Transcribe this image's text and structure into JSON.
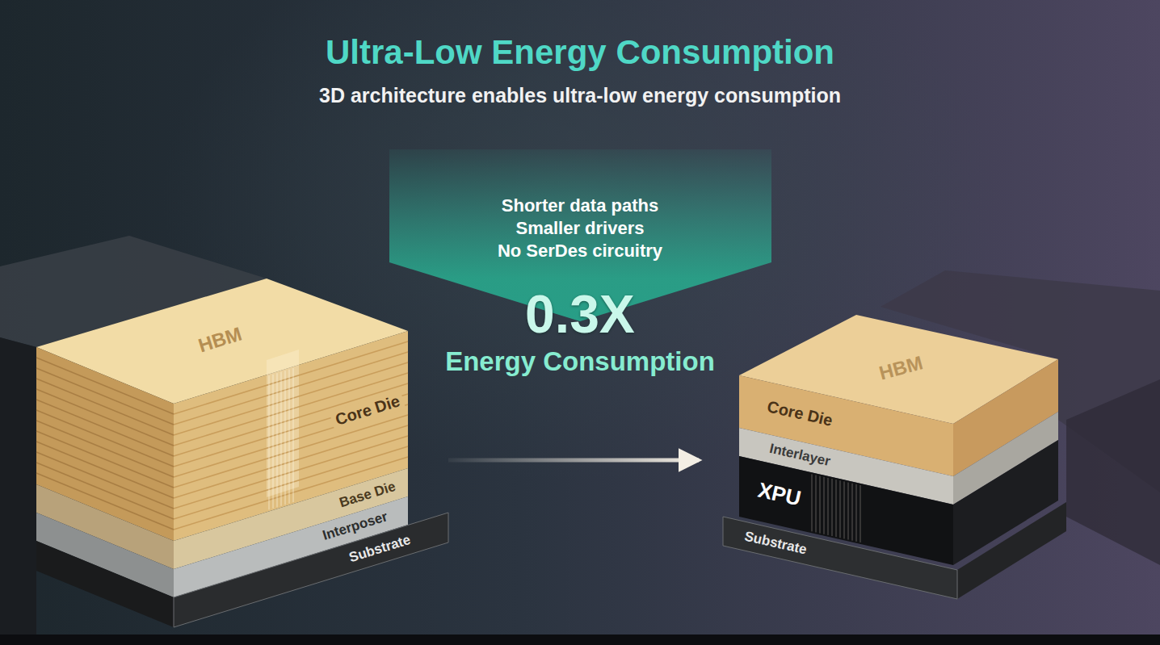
{
  "diagram": {
    "title": "Ultra-Low Energy Consumption",
    "nodes": [
      {
        "text": [
          "Shorter data paths",
          "Smaller drivers",
          "No SerDes circuitry"
        ]
      },
      {
        "text": [
          "HBM",
          "Core Die"
        ]
      },
      {
        "text": [
          "Base Die"
        ]
      },
      {
        "text": [
          "Interposer"
        ]
      },
      {
        "text": [
          "Substrate"
        ]
      },
      {
        "text": [
          "HBM",
          "Core Die"
        ]
      },
      {
        "text": [
          "Interlayer"
        ]
      },
      {
        "text": [
          "XPU"
        ]
      },
      {
        "text": [
          "Substrate"
        ]
      }
    ],
    "edges": [
      {
        "from": 1,
        "to": 7,
        "arrow": "to"
      }
    ],
    "labels": [
      "3D architecture enables ultra-low energy consumption",
      "0.3X",
      "Energy Consumption"
    ]
  }
}
